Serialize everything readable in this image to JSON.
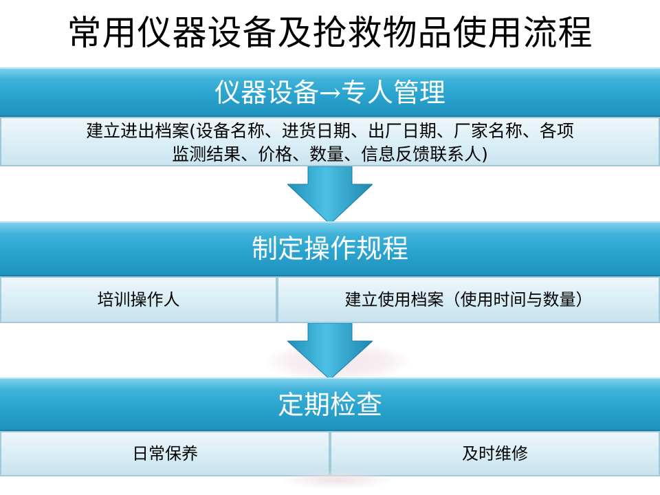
{
  "title": "常用仪器设备及抢救物品使用流程",
  "section1": {
    "header": "仪器设备→专人管理",
    "detail_line1": "建立进出档案(设备名称、进货日期、出厂日期、厂家名称、各项",
    "detail_line2": "监测结果、价格、数量、信息反馈联系人)"
  },
  "section2": {
    "header": "制定操作规程",
    "left": "培训操作人",
    "right": "建立使用档案（使用时间与数量）"
  },
  "section3": {
    "header": "定期检查",
    "left": "日常保养",
    "right": "及时维修"
  },
  "colors": {
    "bar": "#2aa4cf",
    "panel": "#d8edf5",
    "arrow": "#2ba3cc"
  },
  "icons": {
    "flow_arrow": "down-arrow-icon"
  }
}
